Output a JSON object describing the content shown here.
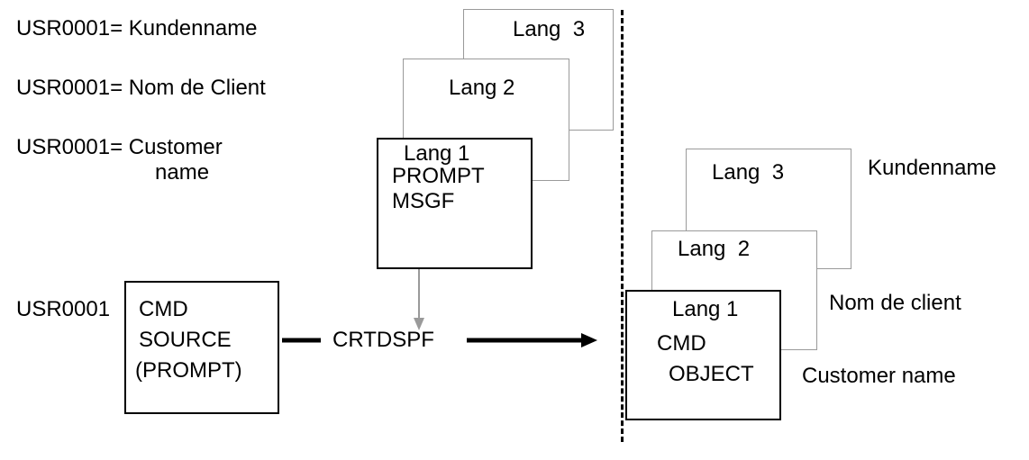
{
  "diagram": {
    "title": "CMD source to CMD object multilingual prompt flow",
    "colors": {
      "background": "#ffffff",
      "foreground": "#000000",
      "back_box_border": "#9a9a9a",
      "gray_arrow": "#9a9a9a"
    },
    "left_legend": [
      {
        "id": "de",
        "line1": "USR0001= Kundenname",
        "line2": ""
      },
      {
        "id": "fr",
        "line1": "USR0001= Nom de Client",
        "line2": ""
      },
      {
        "id": "en",
        "line1": "USR0001= Customer",
        "line2": "name"
      }
    ],
    "source": {
      "tag": "USR0001",
      "box_lines": [
        "CMD",
        "SOURCE",
        "(PROMPT)"
      ]
    },
    "transform": {
      "command": "CRTDSPF"
    },
    "msgf_stack": {
      "back_layers": [
        {
          "label": "Lang  3"
        },
        {
          "label": "Lang 2"
        }
      ],
      "front_layer": {
        "label": "Lang 1",
        "lines": [
          "PROMPT",
          "MSGF"
        ]
      }
    },
    "object_stack": {
      "back_layers": [
        {
          "label": "Lang  3"
        },
        {
          "label": "Lang  2"
        }
      ],
      "front_layer": {
        "label": "Lang 1",
        "line1": "CMD",
        "line2": "OBJECT"
      }
    },
    "right_legend": [
      {
        "id": "de",
        "label": "Kundenname"
      },
      {
        "id": "fr",
        "label": "Nom de client"
      },
      {
        "id": "en",
        "label": "Customer name"
      }
    ]
  }
}
